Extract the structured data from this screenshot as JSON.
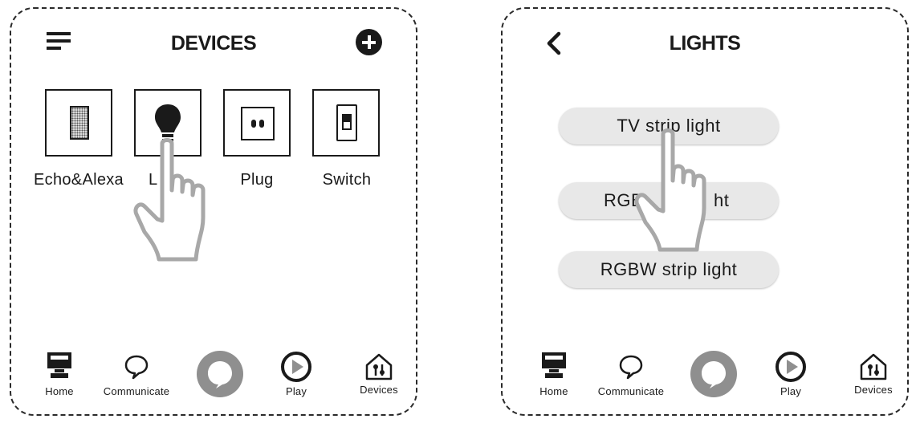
{
  "devices_screen": {
    "title": "DEVICES",
    "header": {
      "menu_icon": "hamburger-menu-icon",
      "add_icon": "plus-circle-icon"
    },
    "tiles": [
      {
        "label": "Echo&Alexa",
        "icon": "echo-speaker-icon"
      },
      {
        "label": "L",
        "icon": "light-bulb-icon"
      },
      {
        "label": "Plug",
        "icon": "wall-socket-icon"
      },
      {
        "label": "Switch",
        "icon": "rocker-switch-icon"
      }
    ]
  },
  "lights_screen": {
    "title": "LIGHTS",
    "header": {
      "back_icon": "chevron-left-icon"
    },
    "items": [
      {
        "label": "TV strip light"
      },
      {
        "label": "RGB"
      },
      {
        "label": "ht"
      },
      {
        "label": "RGBW strip light"
      }
    ]
  },
  "nav": [
    {
      "label": "Home",
      "icon": "home-monitor-icon"
    },
    {
      "label": "Communicate",
      "icon": "speech-bubble-icon"
    },
    {
      "label": "",
      "icon": "alexa-icon"
    },
    {
      "label": "Play",
      "icon": "play-circle-icon"
    },
    {
      "label": "Devices",
      "icon": "smart-home-icon"
    }
  ],
  "colors": {
    "ink": "#1a1a1a",
    "pill": "#e8e8e8",
    "alexa": "#8f8f8f",
    "hand": "#a8a8a8"
  }
}
